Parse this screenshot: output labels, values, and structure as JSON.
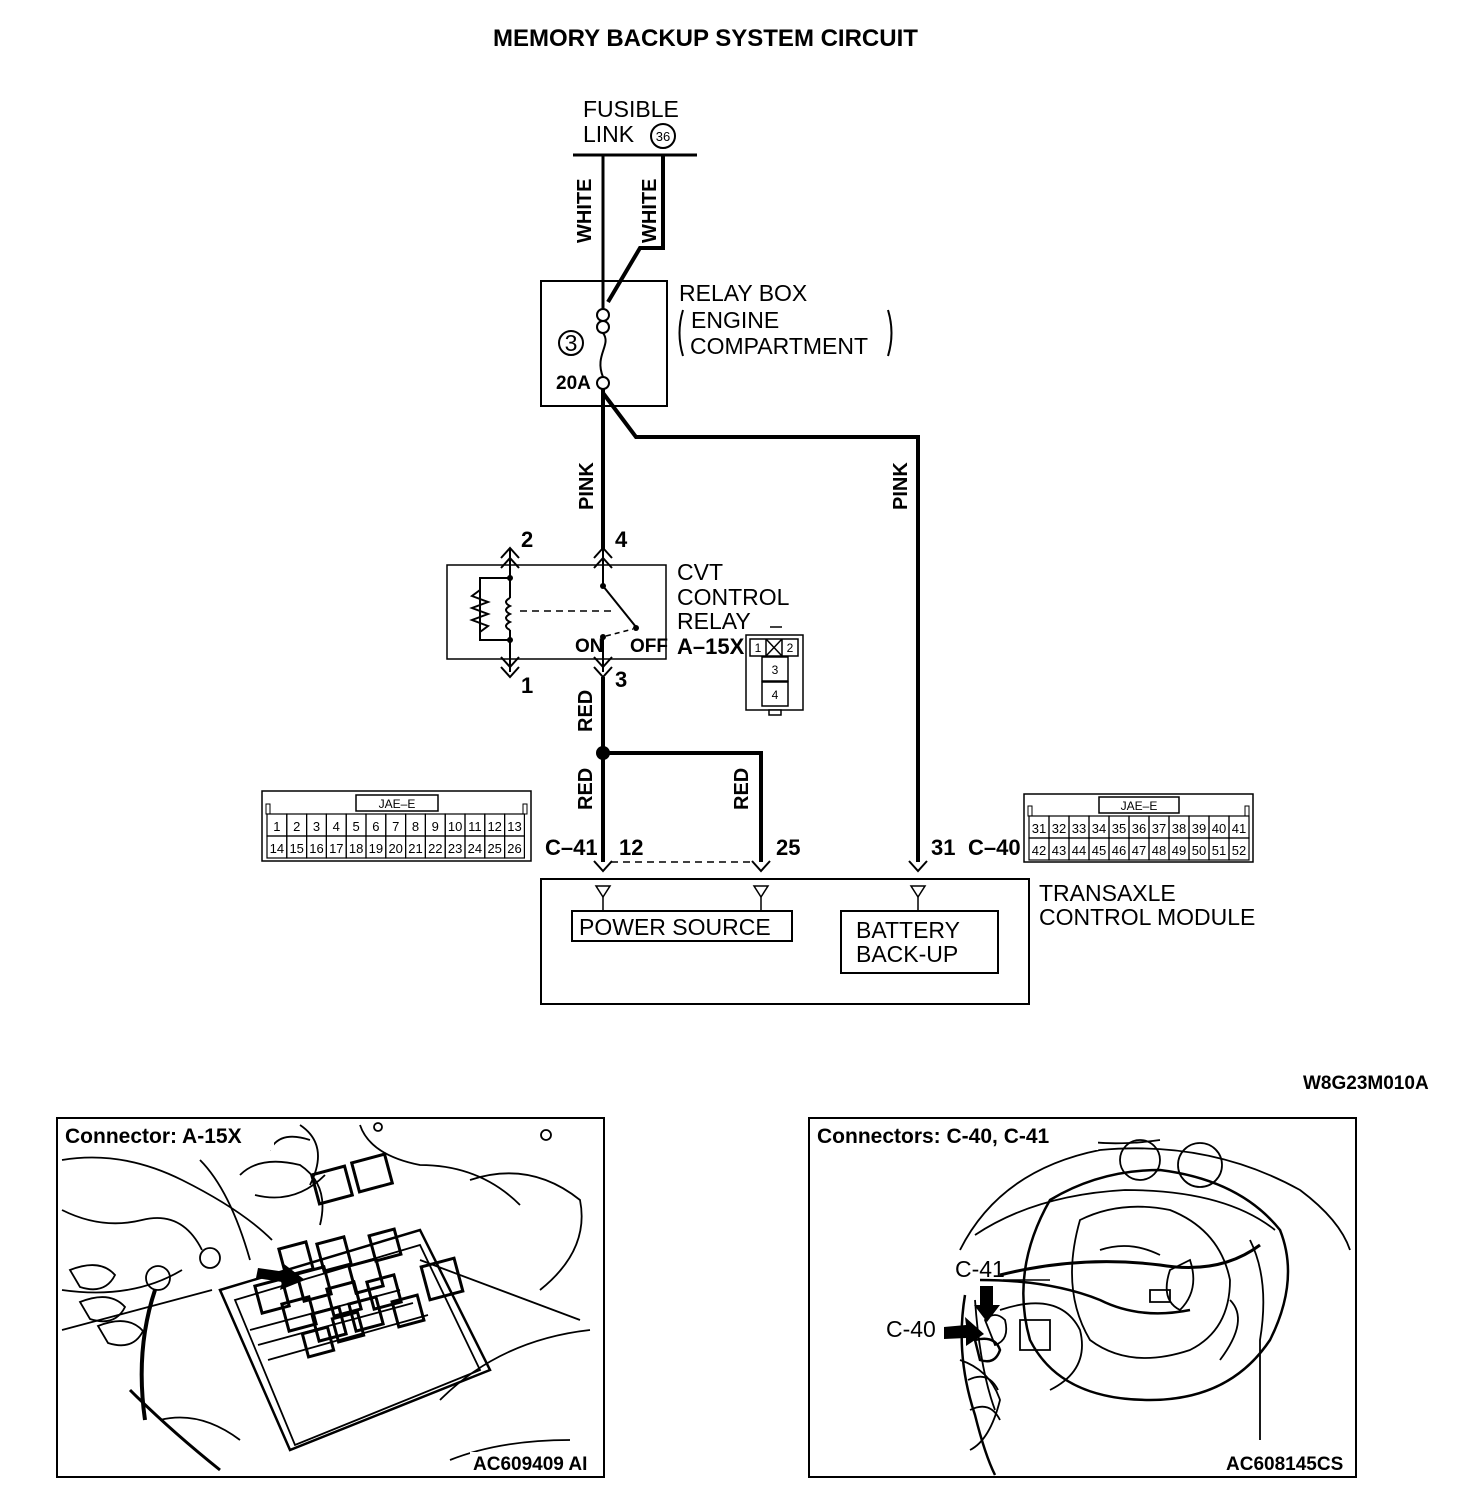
{
  "title": "MEMORY BACKUP SYSTEM CIRCUIT",
  "fusible_link": {
    "line1": "FUSIBLE",
    "line2": "LINK",
    "number": "36"
  },
  "wires": {
    "white_left": "WHITE",
    "white_right": "WHITE",
    "pink_left": "PINK",
    "pink_right": "PINK",
    "red_upper": "RED",
    "red_lower_left": "RED",
    "red_lower_right": "RED"
  },
  "relay_box": {
    "line1": "RELAY BOX",
    "line2": "ENGINE",
    "line3": "COMPARTMENT",
    "fuse_number": "3",
    "fuse_rating": "20A"
  },
  "cvt_relay": {
    "line1": "CVT",
    "line2": "CONTROL",
    "line3": "RELAY",
    "connector": "A–15X",
    "pin_2": "2",
    "pin_4": "4",
    "pin_1": "1",
    "pin_3": "3",
    "on_label": "ON",
    "off_label": "OFF",
    "conn_pins": [
      "1",
      "2",
      "3",
      "4"
    ]
  },
  "connector_c41": {
    "label": "C–41",
    "type": "JAE–E",
    "row1": [
      "1",
      "2",
      "3",
      "4",
      "5",
      "6",
      "7",
      "8",
      "9",
      "10",
      "11",
      "12",
      "13"
    ],
    "row2": [
      "14",
      "15",
      "16",
      "17",
      "18",
      "19",
      "20",
      "21",
      "22",
      "23",
      "24",
      "25",
      "26"
    ],
    "pin_a": "12",
    "pin_b": "25"
  },
  "connector_c40": {
    "label": "C–40",
    "type": "JAE–E",
    "row1": [
      "31",
      "32",
      "33",
      "34",
      "35",
      "36",
      "37",
      "38",
      "39",
      "40",
      "41"
    ],
    "row2": [
      "42",
      "43",
      "44",
      "45",
      "46",
      "47",
      "48",
      "49",
      "50",
      "51",
      "52"
    ],
    "pin_a": "31"
  },
  "tcm": {
    "line1": "TRANSAXLE",
    "line2": "CONTROL MODULE",
    "power_source": "POWER SOURCE",
    "battery_line1": "BATTERY",
    "battery_line2": "BACK-UP"
  },
  "drawing_code": "W8G23M010A",
  "panel_left": {
    "title": "Connector: A-15X",
    "code": "AC609409 AI"
  },
  "panel_right": {
    "title": "Connectors: C-40, C-41",
    "code": "AC608145CS",
    "callout_c41": "C-41",
    "callout_c40": "C-40"
  }
}
